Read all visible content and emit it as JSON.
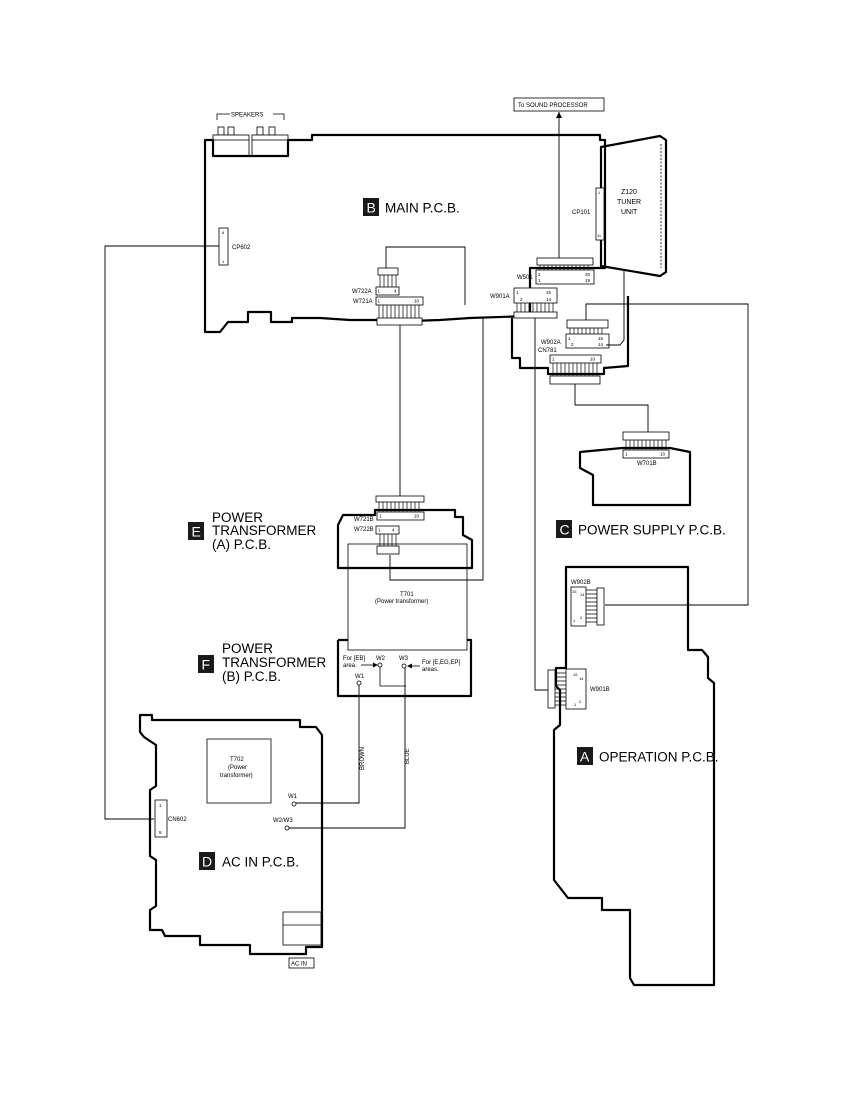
{
  "labels": {
    "speakers": "SPEAKERS",
    "to_sound_processor": "To SOUND PROCESSOR",
    "main_letter": "B",
    "main_name": "MAIN P.C.B.",
    "tuner_1": "Z120",
    "tuner_2": "TUNER",
    "tuner_3": "UNIT",
    "cp101": "CP101",
    "cp602": "CP602",
    "w501": "W501",
    "w501_nums": [
      "2",
      "20",
      "1",
      "19"
    ],
    "w722a": "W722A",
    "w722a_nums": [
      "1",
      "4"
    ],
    "w721a": "W721A",
    "w721a_nums": [
      "1",
      "10"
    ],
    "w901a": "W901A",
    "w901a_nums": [
      "1",
      "15",
      "2",
      "14"
    ],
    "w902a": "W902A",
    "w902a_nums": [
      "1",
      "15",
      "2",
      "14"
    ],
    "cn781": "CN781",
    "cn781_nums": [
      "1",
      "10"
    ],
    "w701b": "W701B",
    "w701b_nums": [
      "1",
      "10"
    ],
    "power_supply_letter": "C",
    "power_supply_name": "POWER SUPPLY P.C.B.",
    "e_letter": "E",
    "e_name_1": "POWER",
    "e_name_2": "TRANSFORMER",
    "e_name_3": "(A) P.C.B.",
    "w721b": "W721B",
    "w721b_nums": [
      "1",
      "10"
    ],
    "w722b": "W722B",
    "w722b_nums": [
      "1",
      "4"
    ],
    "t701": "T701",
    "t701_sub": "(Power transformer)",
    "f_letter": "F",
    "f_name_1": "POWER",
    "f_name_2": "TRANSFORMER",
    "f_name_3": "(B) P.C.B.",
    "for_eb_1": "For [EB]",
    "for_eb_2": "area.",
    "for_e_1": "For [E,EG,EP]",
    "for_e_2": "areas.",
    "w1": "W1",
    "w2": "W2",
    "w3": "W3",
    "brown": "BROWN",
    "blue": "BLUE",
    "t702_1": "T702",
    "t702_2": "(Power",
    "t702_3": "transformer)",
    "w1b": "W1",
    "w2w3": "W2/W3",
    "cn602": "CN602",
    "cn602_nums": [
      "1",
      "8"
    ],
    "cp602_nums": [
      "8",
      "1"
    ],
    "cp101_nums": [
      "1",
      "11"
    ],
    "d_letter": "D",
    "d_name": "AC IN P.C.B.",
    "ac_in": "AC IN",
    "w902b": "W902B",
    "w902b_nums": [
      "15",
      "14",
      "2",
      "1"
    ],
    "w901b": "W901B",
    "w901b_nums": [
      "15",
      "14",
      "2",
      "1"
    ],
    "a_letter": "A",
    "a_name": "OPERATION P.C.B."
  }
}
